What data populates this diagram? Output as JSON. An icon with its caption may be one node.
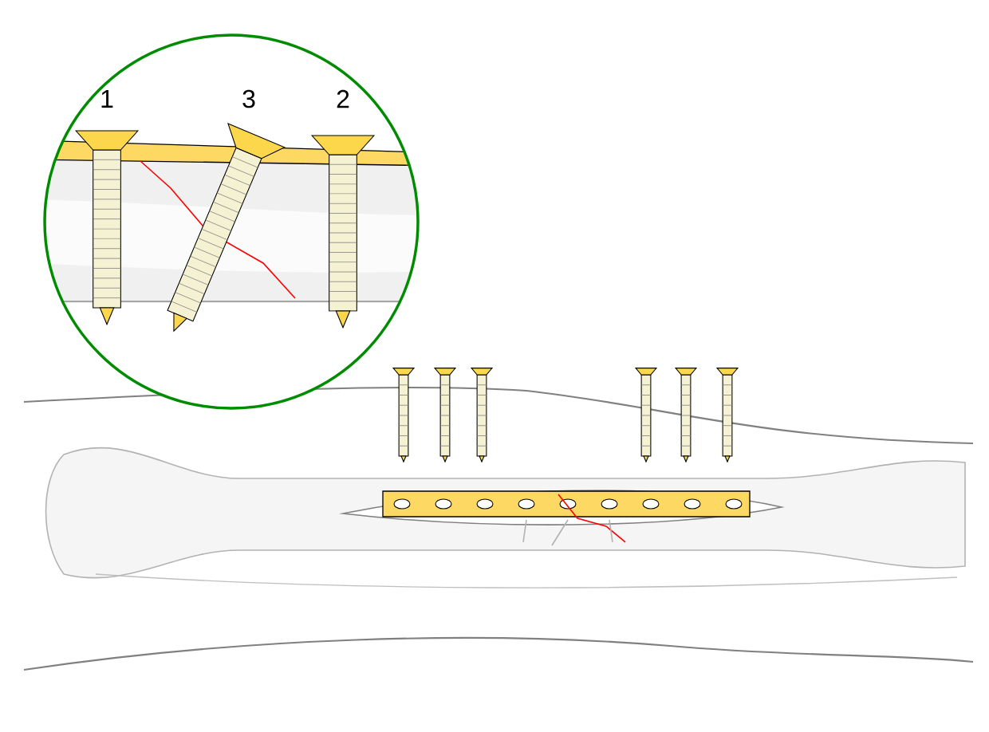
{
  "diagram": {
    "labels": [
      "1",
      "3",
      "2"
    ]
  }
}
